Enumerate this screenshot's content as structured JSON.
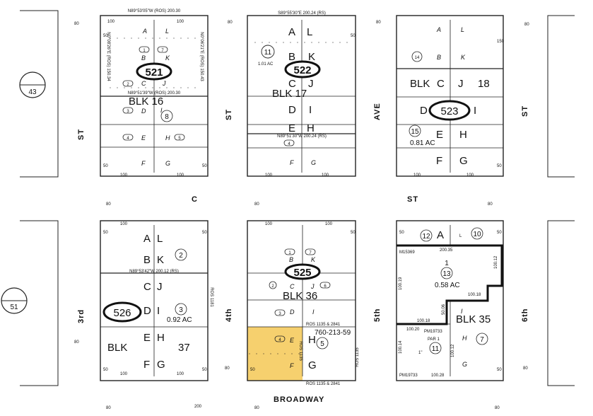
{
  "streets": {
    "c": "C",
    "st_c": "ST",
    "broadway": "BROADWAY",
    "st_left": "ST",
    "st_mid": "ST",
    "ave": "AVE",
    "st_right": "ST",
    "third": "3rd",
    "fourth": "4th",
    "fifth": "5th",
    "sixth": "6th"
  },
  "side_circles": {
    "top": "43",
    "bottom": "51"
  },
  "blocks": {
    "b521": {
      "page": "521",
      "blk": "BLK 16",
      "lots": [
        "A",
        "L",
        "B",
        "K",
        "C",
        "J",
        "D",
        "I",
        "E",
        "H",
        "F",
        "G"
      ],
      "parcels": [
        "1",
        "7",
        "2",
        "8",
        "3",
        "4",
        "5"
      ],
      "bearing_top": "N89°53'05\"W (ROS) 200.30",
      "bearing_mid": "N89°51'39\"W (ROS) 200.30",
      "bearing_left": "N0°08'26\"E (ROS) 150.34",
      "bearing_right": "N0°06'21\"E (ROS) 150.43"
    },
    "b522": {
      "page": "522",
      "blk": "BLK 17",
      "lots": [
        "A",
        "L",
        "B",
        "K",
        "C",
        "J",
        "D",
        "I",
        "E",
        "H",
        "F",
        "G"
      ],
      "parcel": "11",
      "acres": "1.01 AC",
      "parcel2": "4",
      "bearing_top": "S89°55'30\"E 200.24 (RS)",
      "bearing_mid": "N89°51'30\"W 200.24 (RS)"
    },
    "b523": {
      "page": "523",
      "blk": "BLK",
      "lots": [
        "A",
        "L",
        "B",
        "K",
        "C",
        "J",
        "D",
        "I",
        "E",
        "H",
        "F",
        "G"
      ],
      "blk_num": "18",
      "parcel1": "14",
      "parcel2": "15",
      "acres": "0.81 AC"
    },
    "b526": {
      "page": "526",
      "blk": "BLK",
      "blk_num": "37",
      "lots": [
        "A",
        "L",
        "B",
        "K",
        "C",
        "J",
        "D",
        "I",
        "E",
        "H",
        "F",
        "G"
      ],
      "parcel1": "2",
      "parcel2": "3",
      "acres": "0.92 AC",
      "bearing_top": "N89°53'42\"W 200.12 (RS)",
      "ros": "ROS 1181"
    },
    "b525": {
      "page": "525",
      "blk": "BLK 36",
      "lots": [
        "B",
        "K",
        "C",
        "J",
        "D",
        "I",
        "E",
        "H",
        "F",
        "G"
      ],
      "parcels": [
        "1",
        "7",
        "2",
        "6",
        "3",
        "4",
        "5"
      ],
      "ref": "760-213-59",
      "ros_top": "ROS 1135 & 2841",
      "ros_bottom": "ROS 1135 & 2841",
      "ros_side": "ROS 1135",
      "ros_right": "ROS 1135"
    },
    "b35": {
      "blk": "BLK 35",
      "lots": [
        "A",
        "L",
        "I",
        "H",
        "G"
      ],
      "parcel12": "12",
      "parcel10": "10",
      "parcel1": "1",
      "parcel13": "13",
      "acres": "0.58 AC",
      "parcel11": "11",
      "parcel7": "7",
      "m_ref": "M15369",
      "pm_ref": "PM19733",
      "pm_ref2": "PM19733",
      "par": "PAR 1",
      "dim1": "200.35",
      "dim2": "100.12",
      "dim3": "100.18",
      "dim4": "100.18",
      "dim5": "100.19",
      "dim6": "50.06",
      "dim7": "100.20",
      "dim8": "100.14",
      "dim9": "100.12",
      "dim10": "100.28",
      "dim11": "1\""
    }
  },
  "dims": {
    "d100": "100",
    "d50": "50",
    "d80": "80",
    "d150": "150",
    "d200": "200"
  },
  "colors": {
    "highlight": "#f6d06e",
    "ink": "#222222"
  }
}
